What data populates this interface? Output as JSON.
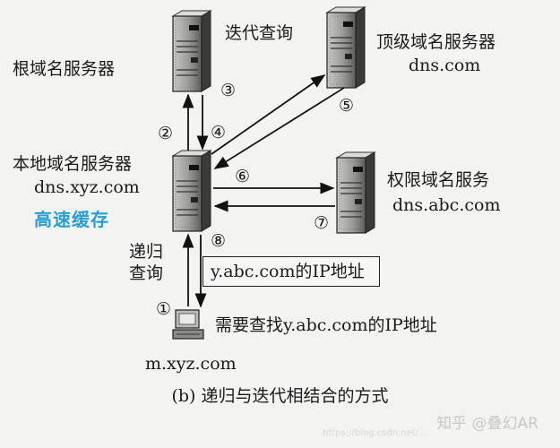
{
  "servers": {
    "root": {
      "label": "根域名服务器"
    },
    "tld": {
      "label": "顶级域名服务器",
      "domain": "dns.com"
    },
    "local": {
      "label": "本地域名服务器",
      "domain": "dns.xyz.com"
    },
    "authoritative": {
      "label": "权限域名服务",
      "domain": "dns.abc.com"
    },
    "host": {
      "domain": "m.xyz.com"
    }
  },
  "labels": {
    "iterative_query": "迭代查询",
    "recursive_query_line1": "递归",
    "recursive_query_line2": "查询",
    "cache": "高速缓存",
    "host_request": "需要查找y.abc.com的IP地址",
    "answer_box": "y.abc.com的IP地址"
  },
  "steps": [
    "①",
    "②",
    "③",
    "④",
    "⑤",
    "⑥",
    "⑦",
    "⑧"
  ],
  "caption": "(b) 递归与迭代相结合的方式",
  "watermark": "知乎 @叠幻AR",
  "watermark_url": "https://blog.csdn.net/..."
}
